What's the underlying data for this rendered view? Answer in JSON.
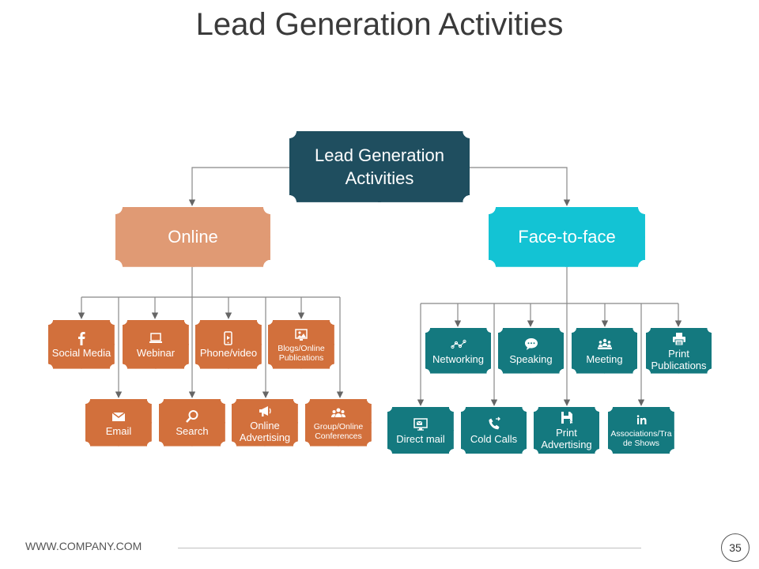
{
  "title": "Lead Generation Activities",
  "root": {
    "line1": "Lead Generation",
    "line2": "Activities"
  },
  "online": {
    "label": "Online",
    "items": [
      {
        "label": "Social Media",
        "icon": "facebook-icon"
      },
      {
        "label": "Webinar",
        "icon": "laptop-icon"
      },
      {
        "label": "Phone/video",
        "icon": "phone-video-icon"
      },
      {
        "label1": "Blogs/Online",
        "label2": "Publications",
        "icon": "blog-icon"
      },
      {
        "label": "Email",
        "icon": "envelope-icon"
      },
      {
        "label": "Search",
        "icon": "magnifier-icon"
      },
      {
        "label1": "Online",
        "label2": "Advertising",
        "icon": "megaphone-icon"
      },
      {
        "label1": "Group/Online",
        "label2": "Conferences",
        "icon": "group-icon"
      }
    ]
  },
  "face_to_face": {
    "label": "Face-to-face",
    "items": [
      {
        "label": "Networking",
        "icon": "network-icon"
      },
      {
        "label": "Speaking",
        "icon": "speech-bubble-icon"
      },
      {
        "label": "Meeting",
        "icon": "meeting-icon"
      },
      {
        "label1": "Print",
        "label2": "Publications",
        "icon": "printer-icon"
      },
      {
        "label": "Direct mail",
        "icon": "mail-screen-icon"
      },
      {
        "label": "Cold Calls",
        "icon": "phone-icon"
      },
      {
        "label1": "Print",
        "label2": "Advertising",
        "icon": "floppy-print-icon"
      },
      {
        "label1": "Associations/Tra",
        "label2": "de Shows",
        "icon": "linkedin-icon"
      }
    ]
  },
  "colors": {
    "root": "#1f4e5f",
    "online": "#e09a74",
    "online_item": "#d2703c",
    "f2f": "#13c3d4",
    "f2f_item": "#14797f"
  },
  "footer": {
    "website": "WWW.COMPANY.COM",
    "page": "35"
  }
}
